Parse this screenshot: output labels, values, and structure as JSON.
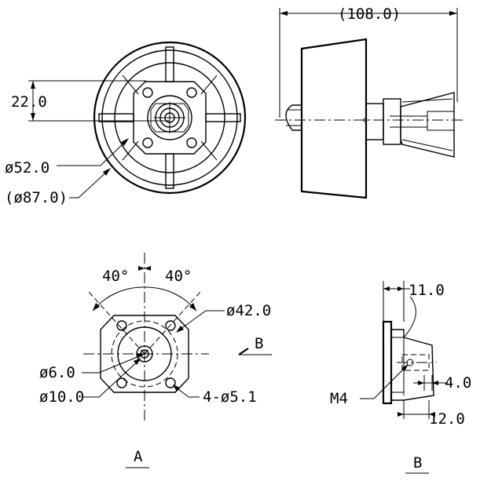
{
  "front_view": {
    "dim_height": "22.0",
    "dim_inner_dia": "ø52.0",
    "dim_outer_dia": "(ø87.0)"
  },
  "side_view": {
    "dim_length": "(108.0)"
  },
  "view_a": {
    "angle_left": "40°",
    "angle_right": "40°",
    "dim_bolt_circle": "ø42.0",
    "dim_shaft": "ø6.0",
    "dim_hub": "ø10.0",
    "dim_holes": "4-ø5.1",
    "section_marker": "B",
    "view_label": "A"
  },
  "view_b": {
    "dim_top": "11.0",
    "dim_thread": "M4",
    "dim_right": "4.0",
    "dim_bottom": "12.0",
    "view_label": "B"
  }
}
